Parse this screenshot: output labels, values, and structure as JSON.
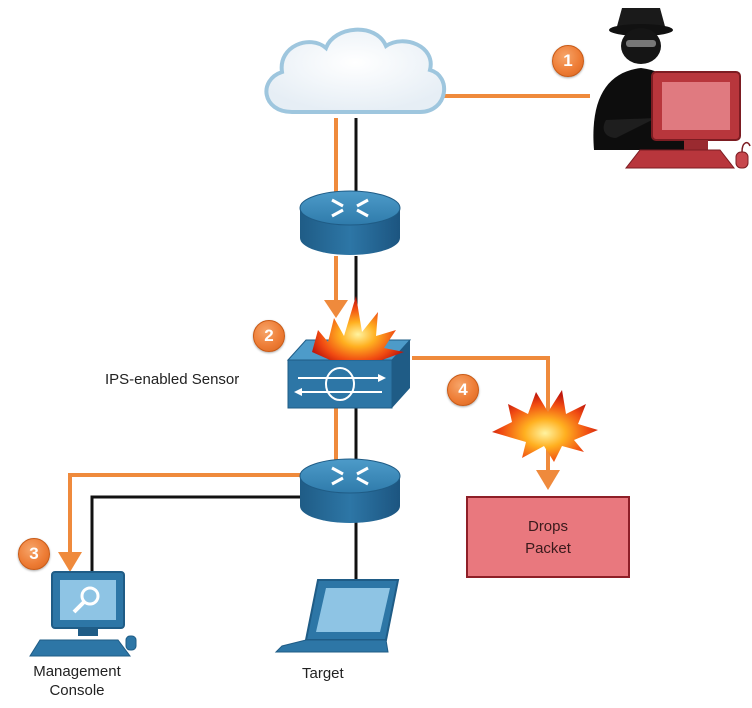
{
  "labels": {
    "sensor": "IPS-enabled Sensor",
    "drops_line1": "Drops",
    "drops_line2": "Packet",
    "mgmt_line1": "Management",
    "mgmt_line2": "Console",
    "target": "Target"
  },
  "steps": [
    "1",
    "2",
    "3",
    "4"
  ],
  "colors": {
    "attack_path": "#ef8a3c",
    "link": "#111111",
    "device_blue": "#2c6f9c",
    "attacker_red": "#b8363c",
    "drop_box": "#e9787e"
  },
  "icons": {
    "cloud": "cloud-icon",
    "router": "router-icon",
    "sensor": "ips-sensor-icon",
    "attacker": "attacker-icon",
    "explosion": "explosion-icon",
    "console": "management-console-icon",
    "laptop": "laptop-icon"
  }
}
